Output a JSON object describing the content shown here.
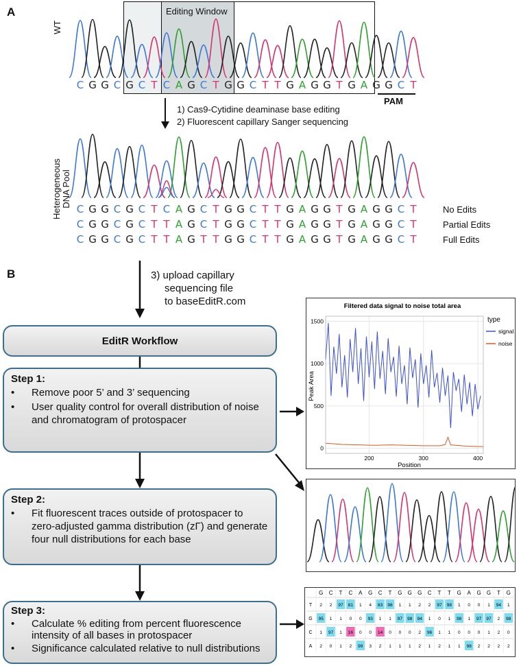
{
  "panel_a": {
    "letter": "A",
    "wt_label": "WT",
    "editing_window_label": "Editing Window",
    "wt_sequence": "CGGCGCTCAGCTGGCTTGAGGTGAGGCT",
    "pam_label": "PAM",
    "steps": [
      "1)   Cas9-Cytidine deaminase base editing",
      "2)   Fluorescent capillary Sanger sequencing"
    ],
    "pool_label_line1": "Heterogeneous",
    "pool_label_line2": "DNA Pool",
    "sequences": [
      {
        "bases": "CGGCGCTCAGCTGGCTTGAGGTGAGGCT",
        "label": "No Edits"
      },
      {
        "bases": "CGGCGCTTAGCTGGCTTGAGGTGAGGCT",
        "label": "Partial Edits"
      },
      {
        "bases": "CGGCGCTTAGTTGGCTTGAGGTGAGGCT",
        "label": "Full Edits"
      }
    ]
  },
  "panel_b": {
    "letter": "B",
    "upload_line1": "3) upload capillary",
    "upload_line2": "sequencing file",
    "upload_line3": "to baseEditR.com",
    "workflow_title": "EditR Workflow",
    "step1": {
      "title": "Step 1:",
      "bullets": [
        "Remove poor 5’ and 3’ sequencing",
        "User quality control for overall distribution of noise and chromatogram of protospacer"
      ]
    },
    "step2": {
      "title": "Step 2:",
      "bullets": [
        "Fit fluorescent traces outside of protospacer to zero-adjusted gamma distribution (zΓ) and generate four null distributions for each base"
      ]
    },
    "step3": {
      "title": "Step 3:",
      "bullets": [
        "Calculate % editing from percent fluorescence intensity of all bases in protospacer",
        "Significance calculated relative to null distributions"
      ]
    },
    "bullet_char": "•"
  },
  "chart_data": {
    "type": "line",
    "title": "Filtered data signal to noise total area",
    "xlabel": "Position",
    "ylabel": "Peak Area",
    "xlim": [
      120,
      410
    ],
    "ylim": [
      -60,
      1560
    ],
    "xticks": [
      200,
      300,
      400
    ],
    "yticks": [
      0,
      500,
      1000,
      1500
    ],
    "legend_title": "type",
    "legend_position": "right",
    "grid": true,
    "series": [
      {
        "name": "signal",
        "color": "#3b4fd6",
        "x": [
          120,
          125,
          130,
          135,
          140,
          145,
          150,
          155,
          160,
          165,
          170,
          175,
          180,
          185,
          190,
          195,
          200,
          205,
          210,
          215,
          220,
          225,
          230,
          235,
          240,
          245,
          250,
          255,
          260,
          265,
          270,
          275,
          280,
          285,
          290,
          295,
          300,
          305,
          310,
          315,
          320,
          325,
          330,
          335,
          340,
          345,
          350,
          355,
          360,
          365,
          370,
          375,
          380,
          385,
          390,
          395,
          400,
          405
        ],
        "values": [
          1050,
          1480,
          620,
          1200,
          880,
          1350,
          720,
          1100,
          600,
          1290,
          900,
          1420,
          760,
          1180,
          560,
          1320,
          840,
          1260,
          700,
          1380,
          820,
          1150,
          640,
          1300,
          900,
          1080,
          610,
          1210,
          760,
          980,
          520,
          1190,
          830,
          1050,
          480,
          1120,
          760,
          980,
          600,
          1160,
          720,
          890,
          540,
          950,
          620,
          860,
          240,
          900,
          680,
          820,
          430,
          870,
          520,
          780,
          380,
          760,
          460,
          620
        ]
      },
      {
        "name": "noise",
        "color": "#e0571f",
        "x": [
          120,
          150,
          180,
          210,
          240,
          270,
          300,
          330,
          340,
          345,
          350,
          380,
          410
        ],
        "values": [
          60,
          45,
          40,
          35,
          40,
          35,
          30,
          30,
          45,
          130,
          40,
          25,
          20
        ]
      }
    ]
  },
  "table_data": {
    "header": [
      "G",
      "C",
      "T",
      "C",
      "A",
      "G",
      "C",
      "T",
      "G",
      "G",
      "G",
      "C",
      "T",
      "T",
      "G",
      "A",
      "G",
      "G",
      "T",
      "G"
    ],
    "rows": [
      {
        "base": "T",
        "values": [
          "2",
          "2",
          "97",
          "81",
          "1",
          "4",
          "83",
          "98",
          "1",
          "1",
          "2",
          "2",
          "97",
          "98",
          "1",
          "0",
          "0",
          "1",
          "94",
          "1"
        ]
      },
      {
        "base": "G",
        "values": [
          "95",
          "1",
          "1",
          "0",
          "0",
          "93",
          "1",
          "1",
          "97",
          "98",
          "94",
          "1",
          "0",
          "1",
          "98",
          "1",
          "97",
          "97",
          "2",
          "98"
        ]
      },
      {
        "base": "C",
        "values": [
          "1",
          "97",
          "1",
          "16",
          "0",
          "0",
          "14",
          "0",
          "0",
          "0",
          "2",
          "96",
          "1",
          "1",
          "0",
          "0",
          "0",
          "1",
          "2",
          "0"
        ]
      },
      {
        "base": "A",
        "values": [
          "2",
          "0",
          "1",
          "2",
          "99",
          "3",
          "2",
          "1",
          "1",
          "1",
          "2",
          "1",
          "2",
          "1",
          "1",
          "98",
          "2",
          "2",
          "2",
          "2"
        ]
      }
    ],
    "highlight_color": "#7fdcf0",
    "alt_highlight_color": "#f06bb5"
  },
  "colors": {
    "box_border": "#3b6e8f",
    "A": "#2ca02c",
    "C": "#3b78d8",
    "G": "#222222",
    "T": "#d6336c"
  }
}
